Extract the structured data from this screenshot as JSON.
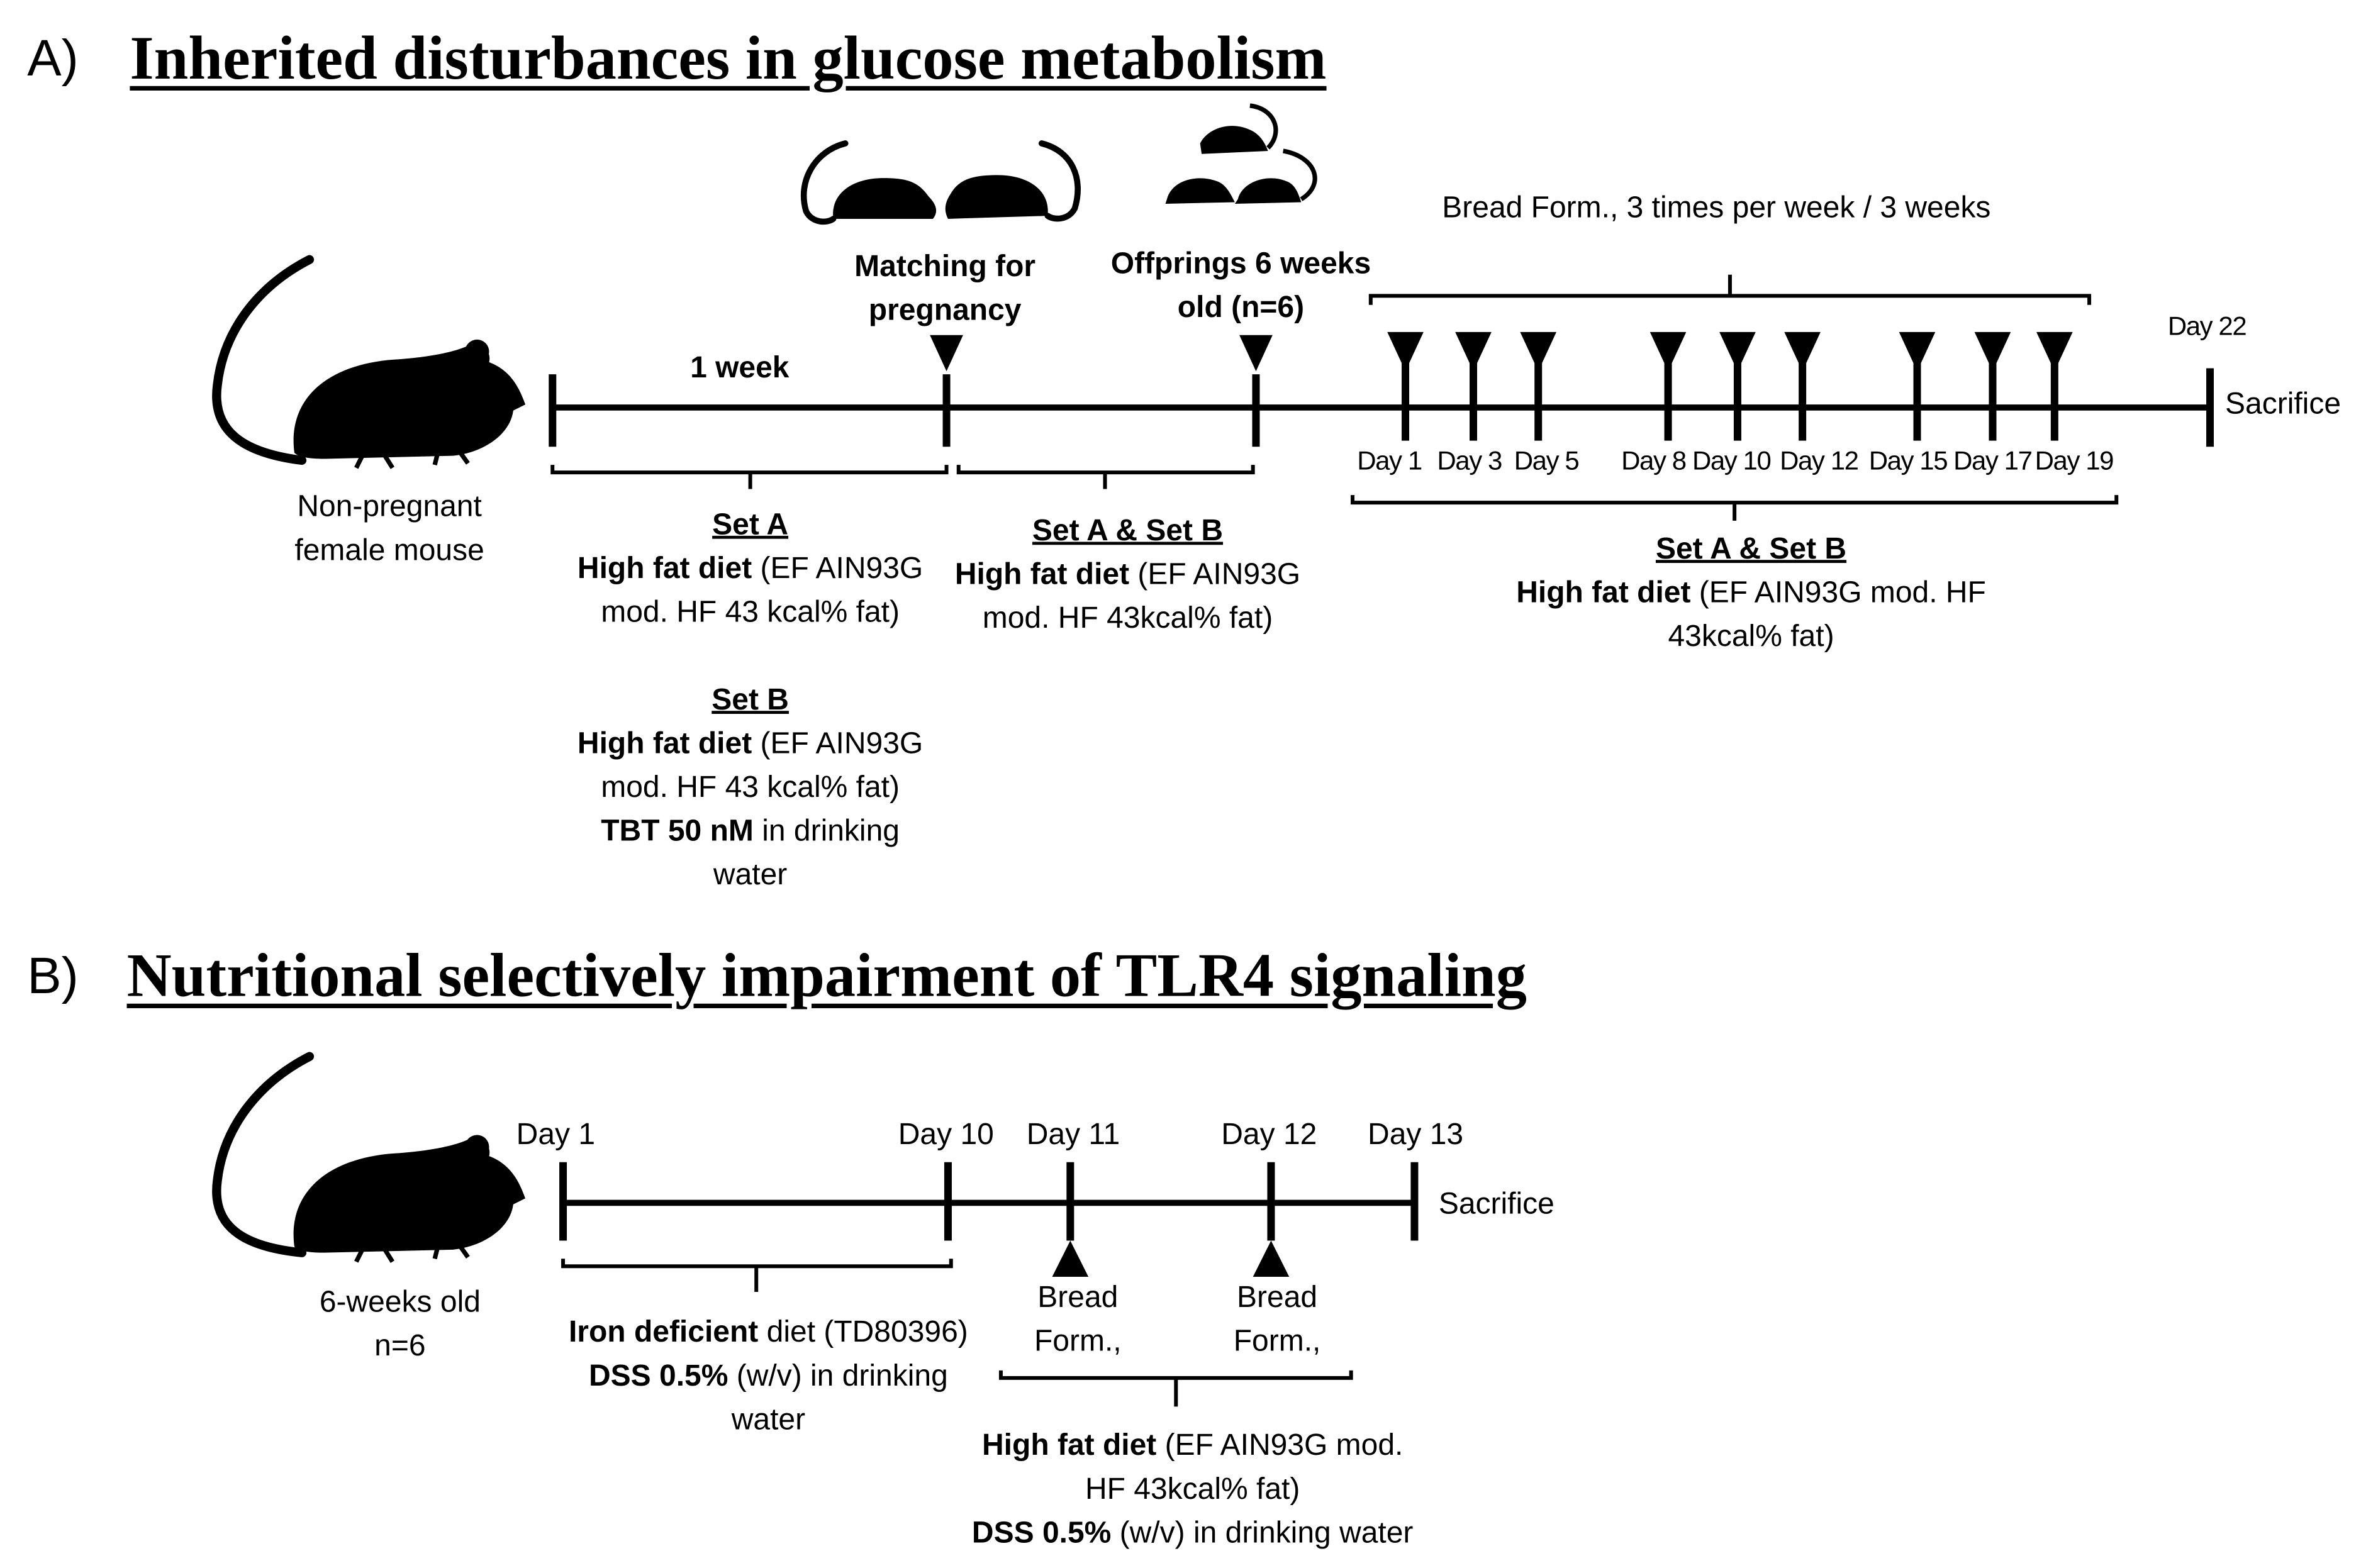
{
  "panelA": {
    "letter": "A)",
    "title": "Inherited disturbances in glucose metabolism",
    "mouse_label": [
      "Non-pregnant",
      "female mouse"
    ],
    "one_week": "1 week",
    "matching": [
      "Matching for",
      "pregnancy"
    ],
    "offsprings": [
      "Offprings 6 weeks",
      "old (n=6)"
    ],
    "bread_form": "Bread Form., 3 times per week / 3 weeks",
    "day22": "Day 22",
    "sacrifice": "Sacrifice",
    "days": [
      "Day 1",
      "Day 3",
      "Day 5",
      "Day 8",
      "Day 10",
      "Day 12",
      "Day 15",
      "Day 17",
      "Day 19"
    ],
    "setA": {
      "header": "Set A",
      "diet_bold": "High fat diet",
      "diet_rest1": " (EF AIN93G",
      "diet_rest2": "mod. HF 43 kcal% fat)"
    },
    "setB": {
      "header": "Set B",
      "diet_bold": "High fat diet",
      "diet_rest1": " (EF AIN93G",
      "diet_rest2": "mod. HF 43 kcal% fat)",
      "tbt_bold": "TBT 50 nM",
      "tbt_rest1": " in drinking",
      "tbt_rest2": "water"
    },
    "setAB_mid": {
      "header": "Set A & Set B",
      "diet_bold": "High fat diet",
      "diet_rest1": " (EF AIN93G",
      "diet_rest2": "mod. HF 43kcal% fat)"
    },
    "setAB_right": {
      "header": "Set A & Set B",
      "diet_bold": "High fat diet",
      "diet_rest1": " (EF AIN93G mod. HF",
      "diet_rest2": "43kcal% fat)"
    }
  },
  "panelB": {
    "letter": "B)",
    "title": "Nutritional selectively impairment of TLR4 signaling",
    "mouse_label": [
      "6-weeks old",
      "n=6"
    ],
    "days": [
      "Day 1",
      "Day 10",
      "Day 11",
      "Day 12",
      "Day 13"
    ],
    "sacrifice": "Sacrifice",
    "bread1": [
      "Bread",
      "Form.,"
    ],
    "bread2": [
      "Bread",
      "Form.,"
    ],
    "iron": {
      "bold1": "Iron deficient",
      "rest1": " diet (TD80396)",
      "bold2": "DSS 0.5%",
      "rest2": " (w/v) in drinking",
      "rest3": "water"
    },
    "hfd": {
      "bold1": "High fat diet",
      "rest1": " (EF AIN93G mod.",
      "rest2": "HF 43kcal% fat)",
      "bold3": "DSS 0.5%",
      "rest3": " (w/v) in drinking water"
    }
  },
  "colors": {
    "ink": "#000000",
    "background": "#ffffff"
  }
}
